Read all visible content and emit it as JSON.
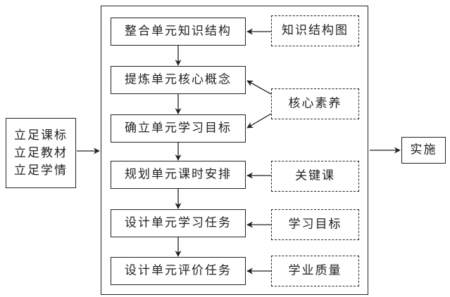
{
  "inputs": [
    "立足课标",
    "立足教材",
    "立足学情"
  ],
  "steps": [
    "整合单元知识结构",
    "提炼单元核心概念",
    "确立单元学习目标",
    "规划单元课时安排",
    "设计单元学习任务",
    "设计单元评价任务"
  ],
  "supports": [
    "知识结构图",
    "核心素养",
    "关键课",
    "学习目标",
    "学业质量"
  ],
  "output": "实施"
}
